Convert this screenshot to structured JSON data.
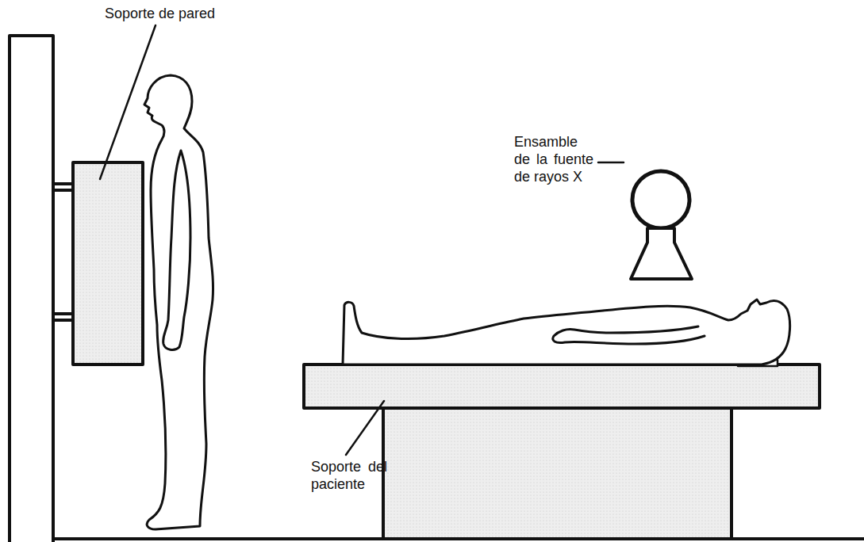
{
  "diagram": {
    "labels": [
      "Soporte de pared",
      "Ensamble de la fuente de rayos X",
      "Soporte del paciente"
    ]
  }
}
